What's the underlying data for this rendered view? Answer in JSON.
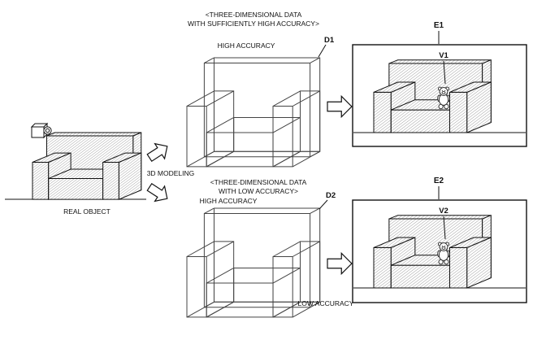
{
  "diagram": {
    "real_object": {
      "label": "REAL OBJECT"
    },
    "modeling": {
      "label": "3D MODELING"
    },
    "top": {
      "header_line1": "<THREE-DIMENSIONAL DATA",
      "header_line2": "WITH SUFFICIENTLY HIGH ACCURACY>",
      "high_accuracy_label": "HIGH ACCURACY",
      "data_ref": "D1",
      "screen_ref": "E1",
      "view_ref": "V1"
    },
    "bottom": {
      "header_line1": "<THREE-DIMENSIONAL DATA",
      "header_line2": "WITH LOW ACCURACY>",
      "high_accuracy_label": "HIGH ACCURACY",
      "low_accuracy_label": "LOW ACCURACY",
      "data_ref": "D2",
      "screen_ref": "E2",
      "view_ref": "V2"
    }
  },
  "colors": {
    "line": "#1a1a1a",
    "background": "#ffffff"
  }
}
